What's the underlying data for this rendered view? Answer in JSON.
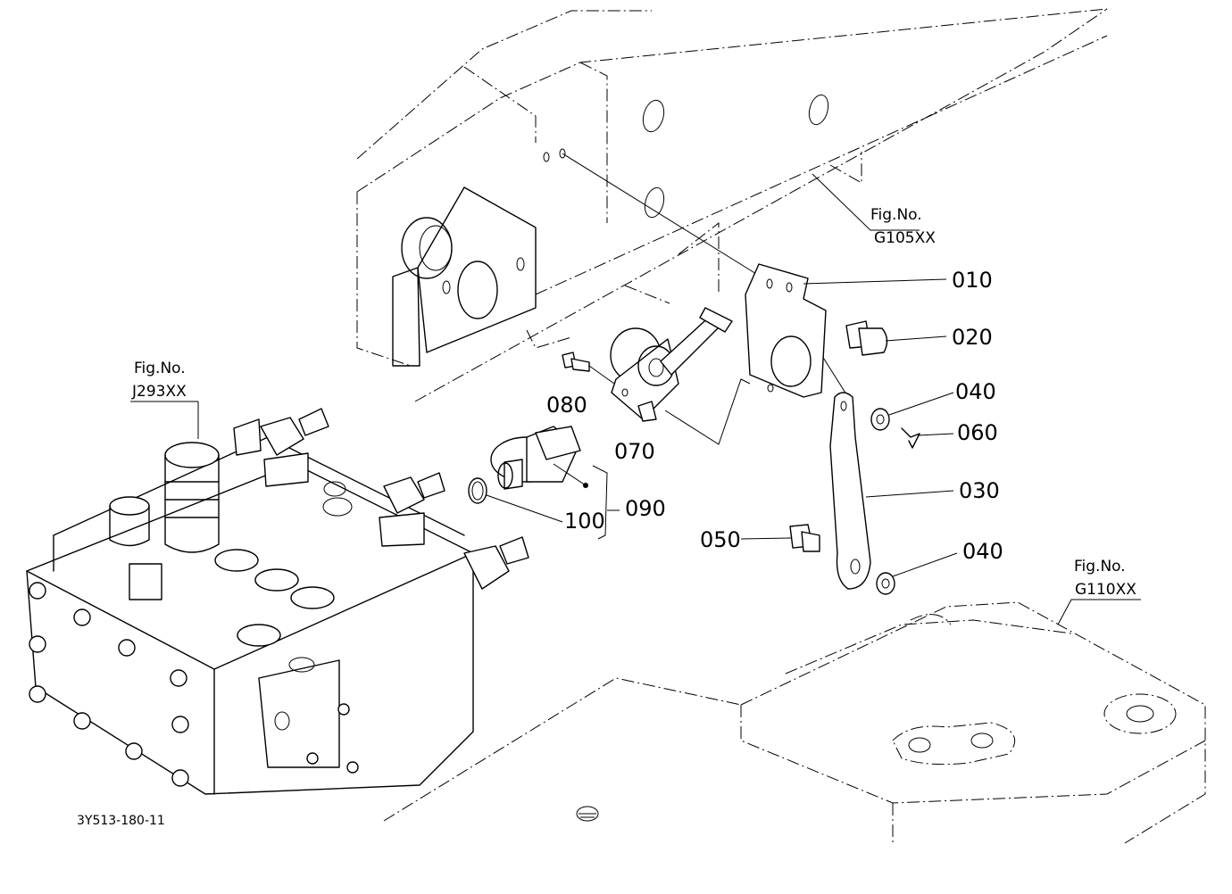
{
  "callouts": {
    "c010": "010",
    "c020": "020",
    "c030": "030",
    "c040a": "040",
    "c040b": "040",
    "c050": "050",
    "c060": "060",
    "c070": "070",
    "c080": "080",
    "c090": "090",
    "c100": "100"
  },
  "figrefs": {
    "g105": {
      "label": "Fig.No.",
      "number": "G105XX"
    },
    "j293": {
      "label": "Fig.No.",
      "number": "J293XX"
    },
    "g110": {
      "label": "Fig.No.",
      "number": "G110XX"
    }
  },
  "drawing_code": "3Y513-180-11"
}
